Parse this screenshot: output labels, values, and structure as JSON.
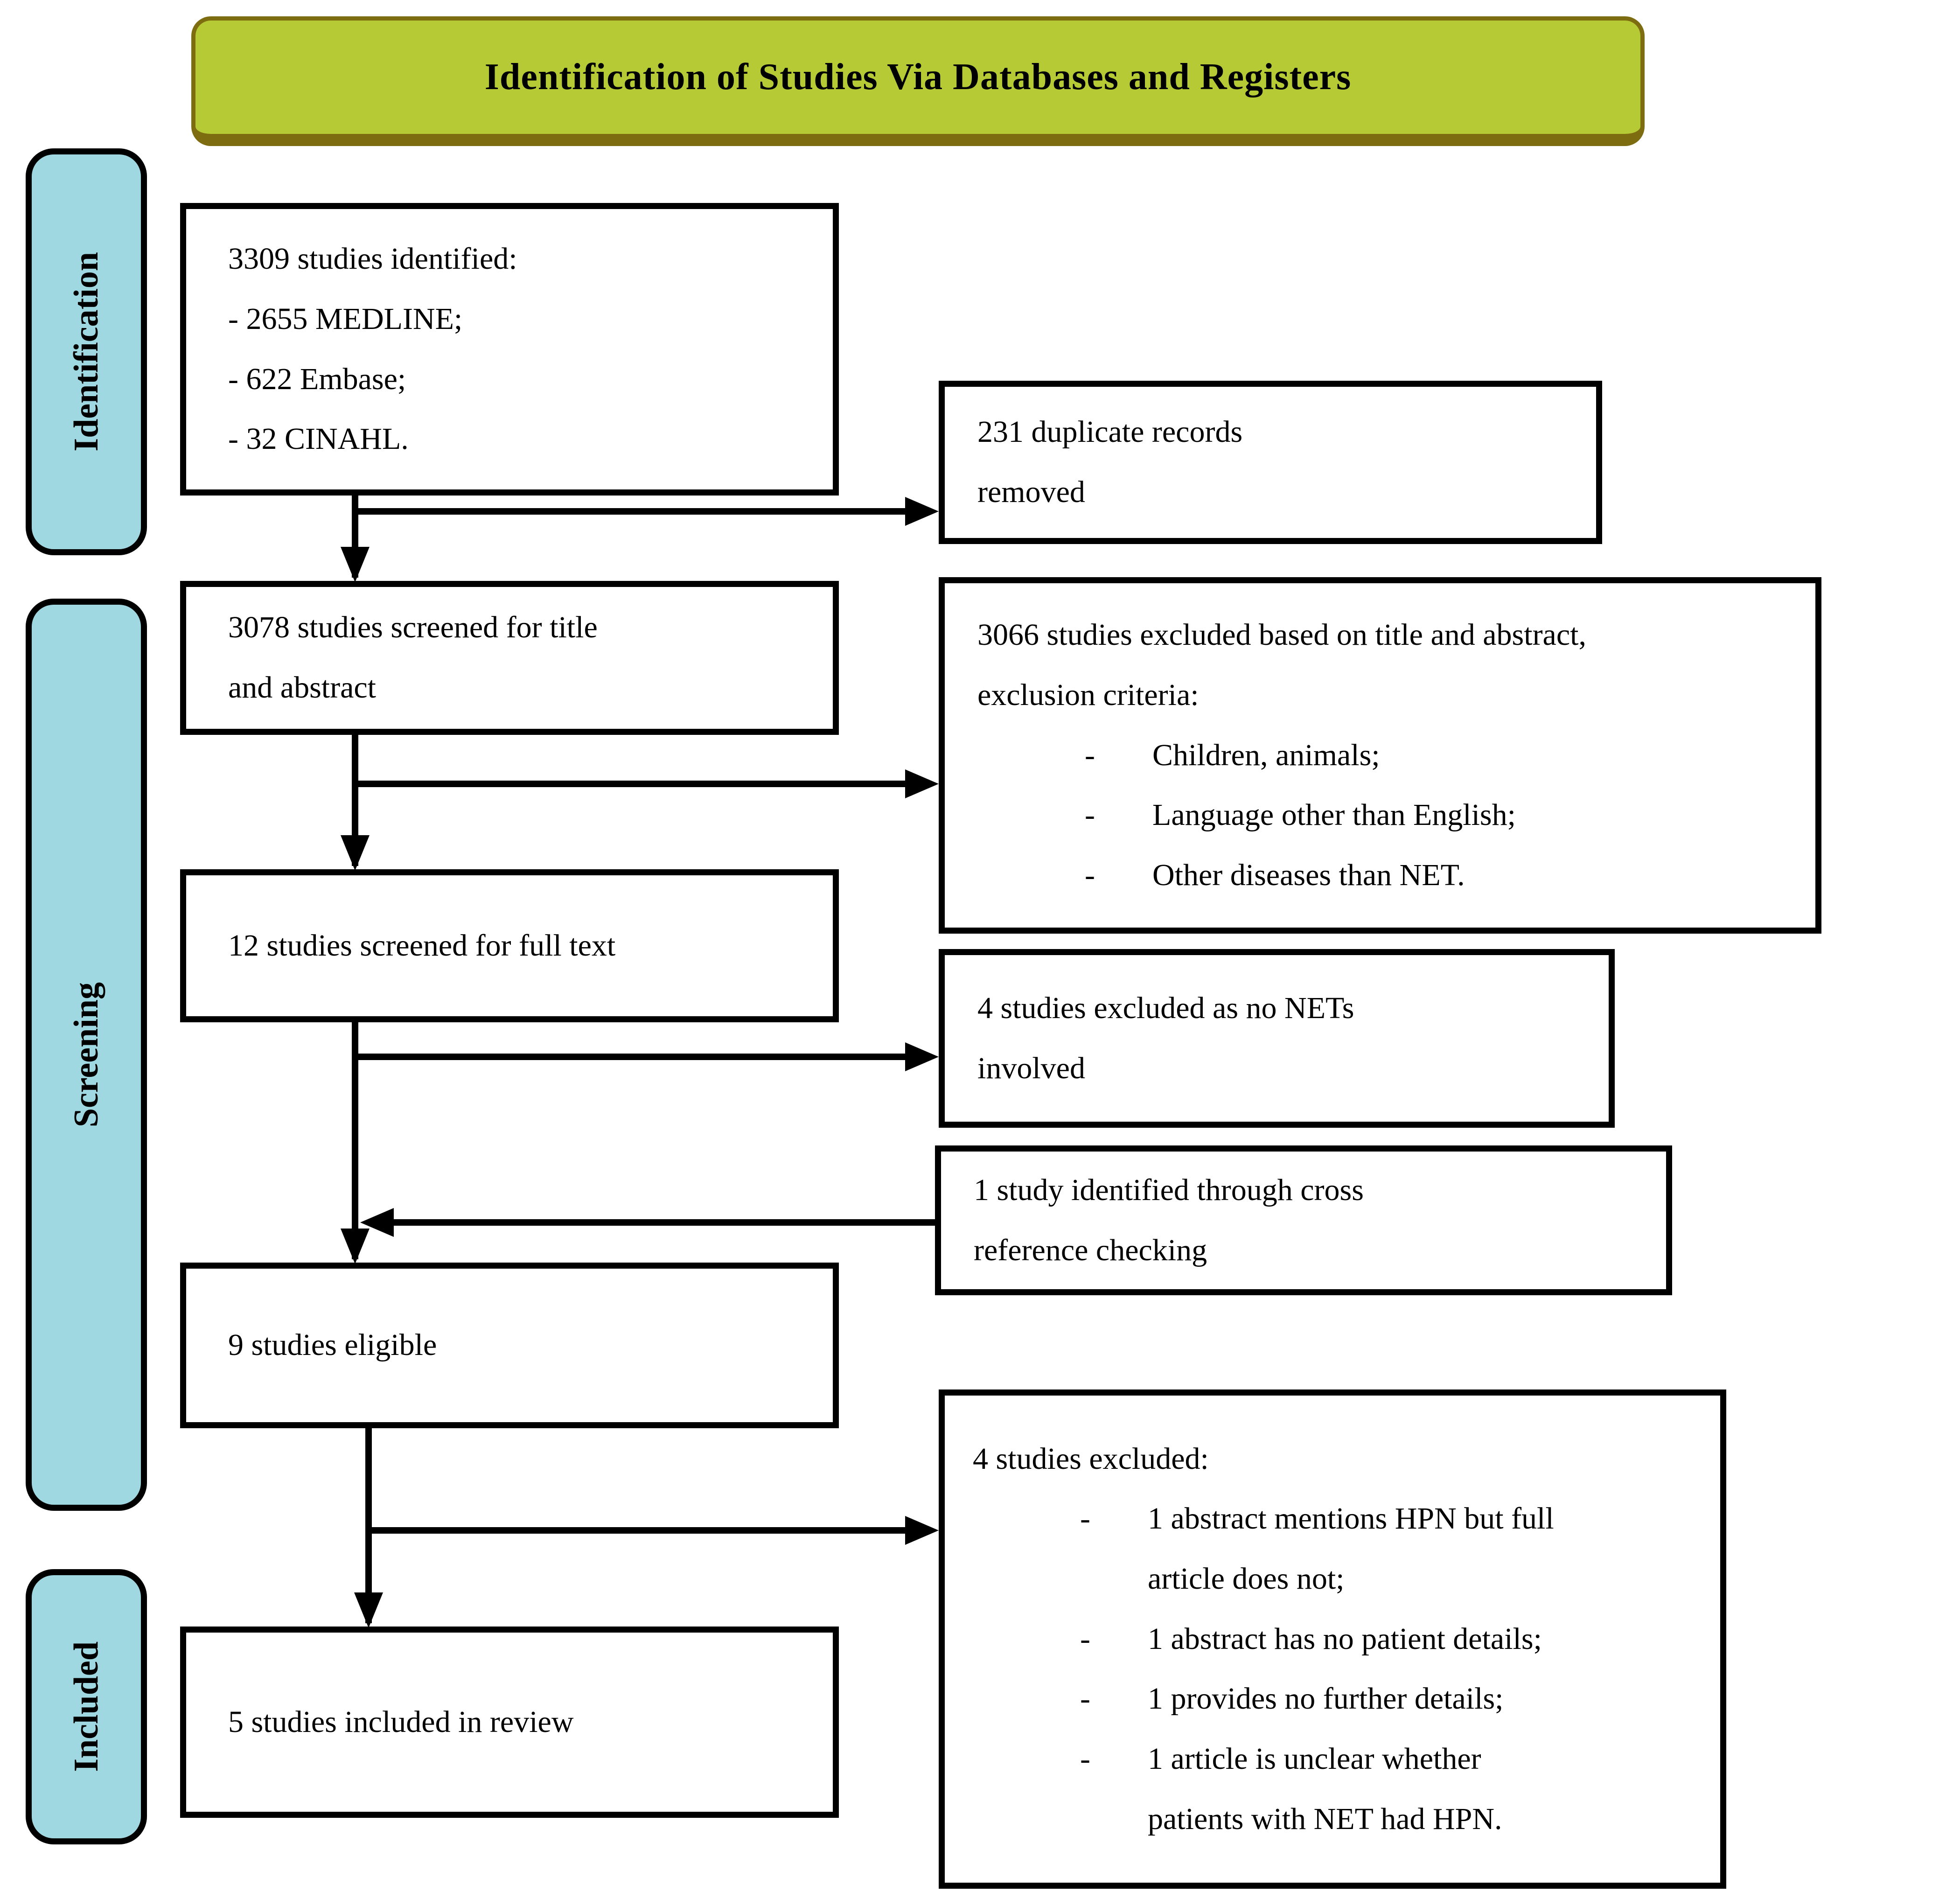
{
  "header": {
    "title": "Identification of Studies Via Databases and Registers"
  },
  "sidebar": {
    "identification": "Identification",
    "screening": "Screening",
    "included": "Included"
  },
  "colors": {
    "header_fill": "#b5ca35",
    "header_border": "#7e6c11",
    "sidebar_fill": "#9fd8e0",
    "sidebar_border": "#000000",
    "box_fill": "#ffffff",
    "box_border": "#000000",
    "text": "#000000"
  },
  "boxes": {
    "identified": {
      "line1": "3309 studies identified:",
      "line2": "- 2655 MEDLINE;",
      "line3": "- 622 Embase;",
      "line4": "- 32 CINAHL."
    },
    "duplicates_removed": {
      "line1": "231 duplicate records",
      "line2": "removed"
    },
    "screened_title_abstract": {
      "line1": "3078 studies screened for title",
      "line2": "and abstract"
    },
    "excluded_title_abstract": {
      "line1": "3066 studies excluded based on title and abstract,",
      "line2": "exclusion criteria:",
      "dash": "-",
      "bullet1": "Children, animals;",
      "bullet2": "Language other than English;",
      "bullet3": "Other diseases than NET."
    },
    "screened_full_text": {
      "line1": "12 studies screened for full text"
    },
    "excluded_no_nets": {
      "line1": "4 studies excluded as no NETs",
      "line2": "involved"
    },
    "cross_reference": {
      "line1": "1 study identified through cross",
      "line2": "reference checking"
    },
    "eligible": {
      "line1": "9 studies eligible"
    },
    "excluded_final": {
      "line1": "4 studies excluded:",
      "dash": "-",
      "bullet1_line1": "1 abstract mentions HPN but full",
      "bullet1_line2": "article does not;",
      "bullet2": "1 abstract has no patient details;",
      "bullet3": "1 provides no further details;",
      "bullet4_line1": "1 article is unclear whether",
      "bullet4_line2": "patients with NET had HPN."
    },
    "included_review": {
      "line1": "5 studies included in review"
    }
  }
}
